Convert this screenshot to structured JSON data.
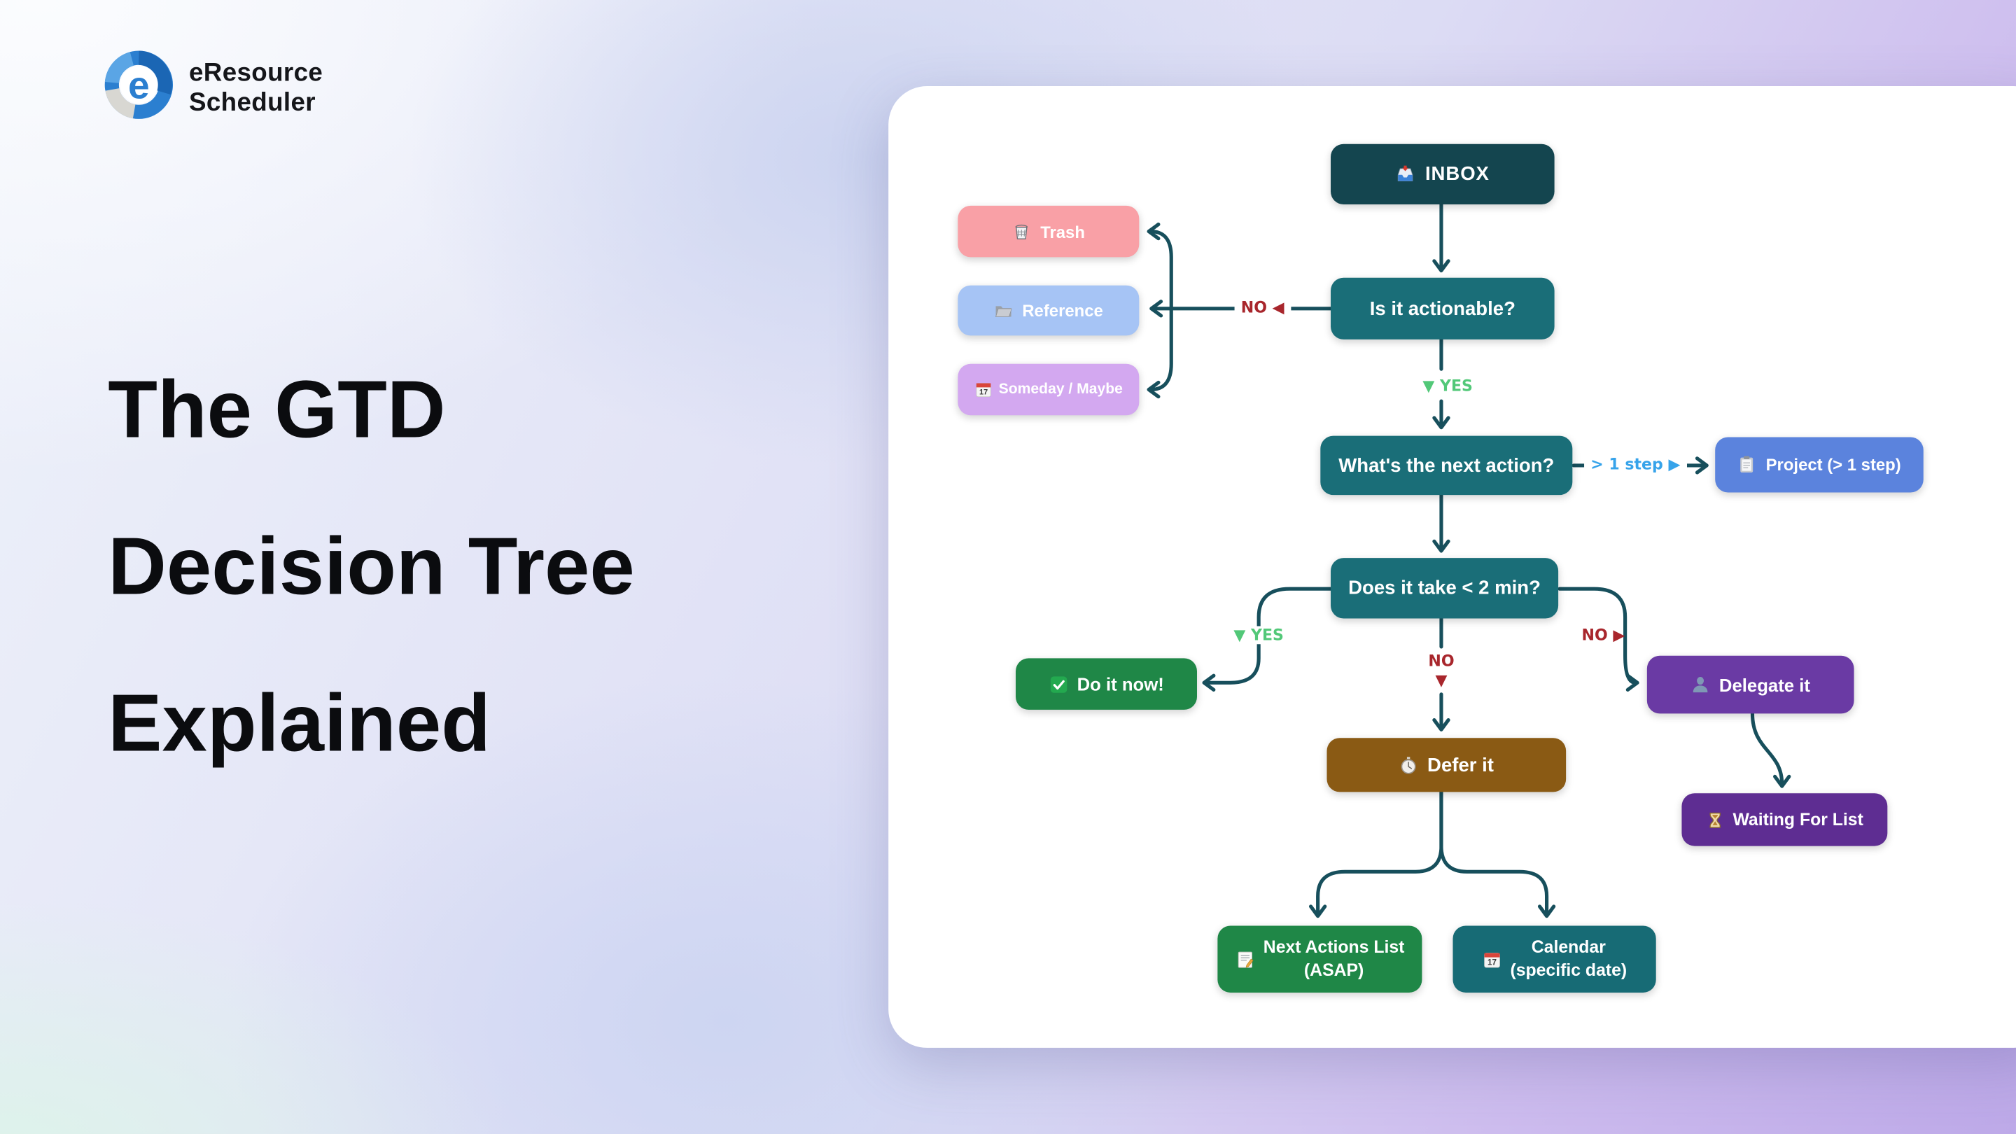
{
  "page": {
    "title_lines": [
      "The GTD",
      "Decision Tree",
      "Explained"
    ]
  },
  "brand": {
    "line1": "eResource",
    "line2": "Scheduler"
  },
  "colors": {
    "arrow": "#174f5c",
    "card_bg": "#ffffff",
    "title_text": "#0b0c0f",
    "label_no": "#a8262c",
    "label_yes": "#52c878",
    "label_step": "#36a3ea",
    "node_dark_teal": "#14454f",
    "node_teal": "#1a6e78",
    "node_teal_deep": "#176b75",
    "node_green": "#1f8747",
    "node_blue": "#5b83dd",
    "node_purple": "#6a3aa4",
    "node_purple_deep": "#5e2d92",
    "node_brown": "#8a5a14",
    "node_pink": "#f9a0a6",
    "node_lightblue": "#a6c4f5",
    "node_lilac": "#d3a8f0"
  },
  "flowchart": {
    "calendar_day": "17",
    "nodes": [
      {
        "id": "inbox",
        "label": "INBOX",
        "icon": "inbox-icon"
      },
      {
        "id": "actionable",
        "label": "Is it actionable?"
      },
      {
        "id": "next-action",
        "label": "What's the next action?"
      },
      {
        "id": "project",
        "label": "Project (> 1 step)",
        "icon": "clipboard-icon"
      },
      {
        "id": "two-min",
        "label": "Does it take < 2 min?"
      },
      {
        "id": "do-now",
        "label": "Do it now!",
        "icon": "check-icon"
      },
      {
        "id": "delegate",
        "label": "Delegate it",
        "icon": "person-icon"
      },
      {
        "id": "defer",
        "label": "Defer it",
        "icon": "stopwatch-icon"
      },
      {
        "id": "waiting",
        "label": "Waiting For List",
        "icon": "hourglass-icon"
      },
      {
        "id": "next-actions-list",
        "label": "Next Actions List",
        "sublabel": "(ASAP)",
        "icon": "memo-icon"
      },
      {
        "id": "calendar",
        "label": "Calendar",
        "sublabel": "(specific date)",
        "icon": "calendar-icon"
      },
      {
        "id": "trash",
        "label": "Trash",
        "icon": "trash-icon"
      },
      {
        "id": "reference",
        "label": "Reference",
        "icon": "folder-icon"
      },
      {
        "id": "someday",
        "label": "Someday / Maybe",
        "icon": "calendar17-icon"
      }
    ],
    "edge_labels": [
      {
        "id": "no-left",
        "text": "NO ◀"
      },
      {
        "id": "yes-down",
        "text": "▼ YES"
      },
      {
        "id": "one-step",
        "text": "> 1 step ▶"
      },
      {
        "id": "yes-left",
        "text": "▼ YES"
      },
      {
        "id": "no-right",
        "text": "NO ▶"
      },
      {
        "id": "no-mid",
        "text": "NO",
        "text2": "▼"
      }
    ]
  }
}
